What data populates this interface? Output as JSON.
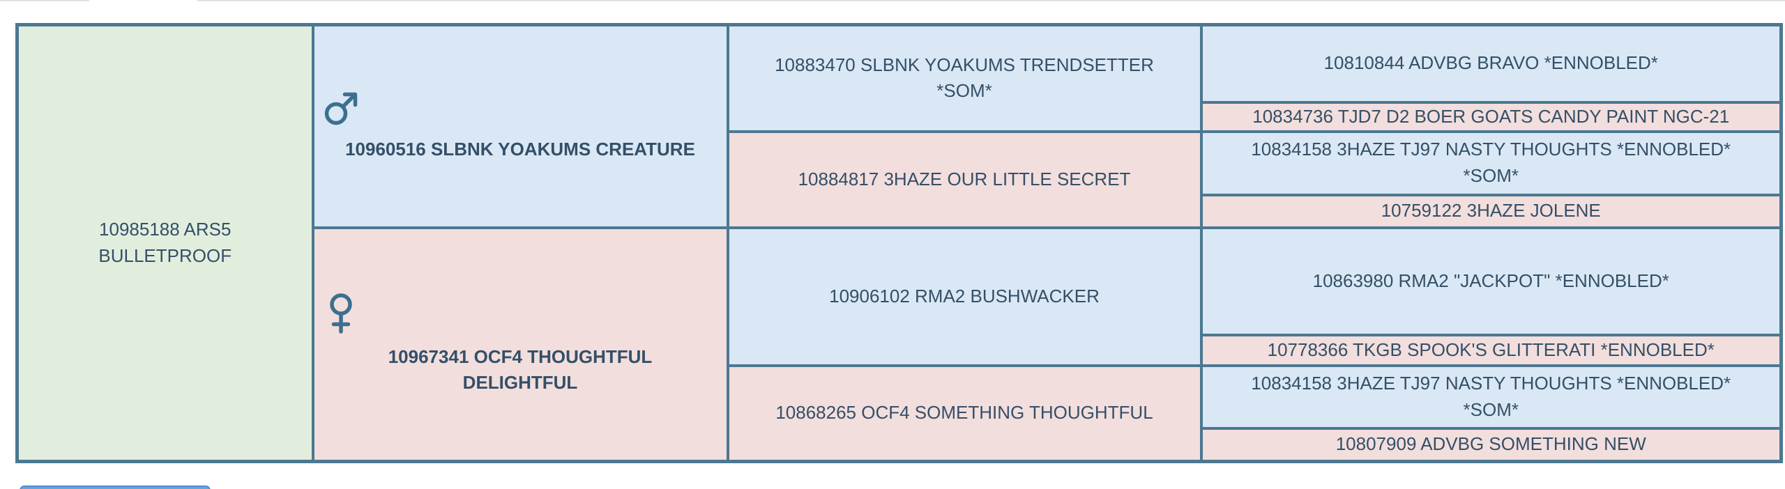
{
  "page": {
    "top_divider_color": "#e2e2e2",
    "background": "#ffffff"
  },
  "pedigree_table": {
    "border_color": "#4c7892",
    "text_color": "#344f68",
    "cell_colors": {
      "subject": "#e2eedd",
      "male_line": "#d9e8f4",
      "female_line": "#f2dedc"
    },
    "subject": {
      "name_lines": [
        "10985188 ARS5",
        "BULLETPROOF"
      ]
    },
    "generation1": [
      {
        "role": "sire",
        "symbol": "male",
        "name_lines": [
          "10960516 SLBNK YOAKUMS CREATURE"
        ]
      },
      {
        "role": "dam",
        "symbol": "female",
        "name_lines": [
          "10967341 OCF4 THOUGHTFUL",
          "DELIGHTFUL"
        ]
      }
    ],
    "generation2": [
      {
        "name_lines": [
          "10883470 SLBNK YOAKUMS TRENDSETTER",
          "*SOM*"
        ]
      },
      {
        "name_lines": [
          "10884817 3HAZE OUR LITTLE SECRET"
        ]
      },
      {
        "name_lines": [
          "10906102 RMA2 BUSHWACKER"
        ]
      },
      {
        "name_lines": [
          "10868265 OCF4 SOMETHING THOUGHTFUL"
        ]
      }
    ],
    "generation3": [
      {
        "name_lines": [
          "10810844 ADVBG BRAVO *ENNOBLED*"
        ]
      },
      {
        "name_lines": [
          "10834736 TJD7 D2 BOER GOATS CANDY PAINT NGC-21"
        ]
      },
      {
        "name_lines": [
          "10834158 3HAZE TJ97 NASTY THOUGHTS *ENNOBLED*",
          "*SOM*"
        ]
      },
      {
        "name_lines": [
          "10759122 3HAZE JOLENE"
        ]
      },
      {
        "name_lines": [
          "10863980 RMA2 \"JACKPOT\" *ENNOBLED*"
        ]
      },
      {
        "name_lines": [
          "10778366 TKGB SPOOK'S GLITTERATI *ENNOBLED*"
        ]
      },
      {
        "name_lines": [
          "10834158 3HAZE TJ97 NASTY THOUGHTS *ENNOBLED*",
          "*SOM*"
        ]
      },
      {
        "name_lines": [
          "10807909 ADVBG SOMETHING NEW"
        ]
      }
    ]
  },
  "bottom_button": {
    "fill_color": "#6da3dd",
    "border_color": "#4e8dd2"
  }
}
